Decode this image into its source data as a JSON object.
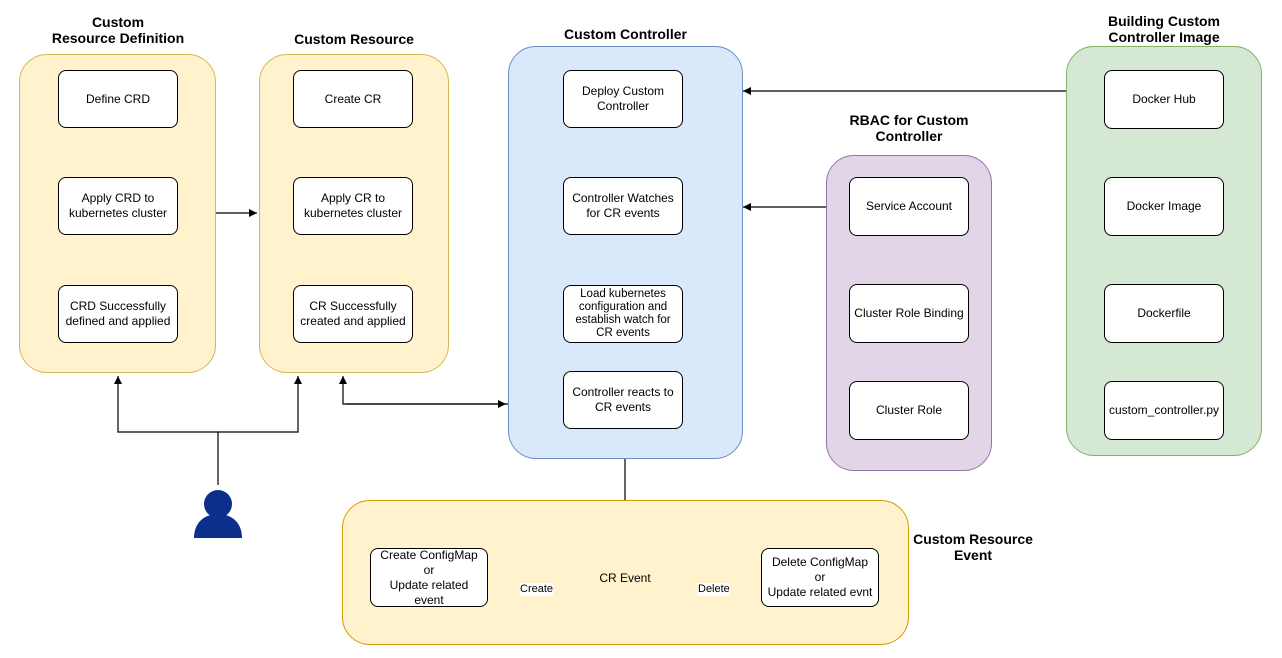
{
  "groups": {
    "crd": {
      "title": "Custom\nResource Definition",
      "color": "#fff2cc"
    },
    "cr": {
      "title": "Custom Resource",
      "color": "#fff2cc"
    },
    "controller": {
      "title": "Custom Controller",
      "color": "#dae8fc"
    },
    "rbac": {
      "title": "RBAC for Custom\nController",
      "color": "#e1d5e7"
    },
    "image": {
      "title": "Building Custom\nController Image",
      "color": "#d5e8d4"
    },
    "event": {
      "title": "Custom Resource\nEvent",
      "color": "#fff2cc"
    }
  },
  "nodes": {
    "define_crd": "Define CRD",
    "apply_crd": "Apply CRD to\nkubernetes cluster",
    "crd_success": "CRD Successfully\ndefined and applied",
    "create_cr": "Create CR",
    "apply_cr": "Apply CR to\nkubernetes cluster",
    "cr_success": "CR Successfully\ncreated and applied",
    "deploy_controller": "Deploy Custom\nController",
    "controller_watches": "Controller Watches\nfor CR events",
    "load_config": "Load kubernetes\nconfiguration and\nestablish watch for\nCR events",
    "controller_reacts": "Controller reacts to\nCR events",
    "service_account": "Service Account",
    "cluster_role_binding": "Cluster Role Binding",
    "cluster_role": "Cluster Role",
    "docker_hub": "Docker Hub",
    "docker_image": "Docker Image",
    "dockerfile": "Dockerfile",
    "custom_controller_py": "custom_controller.py",
    "create_configmap": "Create ConfigMap\nor\nUpdate related event",
    "cr_event": "CR Event",
    "delete_configmap": "Delete ConfigMap\nor\nUpdate related evnt"
  },
  "edges": {
    "create_label": "Create",
    "delete_label": "Delete"
  },
  "colors": {
    "user_icon": "#0d2f8c",
    "line": "#000000"
  },
  "icons": {
    "user": "user-icon"
  }
}
